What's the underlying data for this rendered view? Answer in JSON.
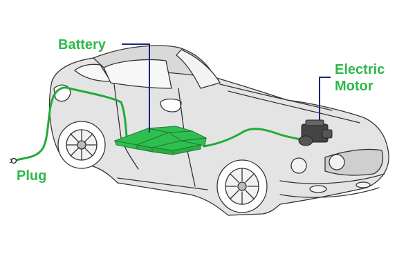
{
  "labels": {
    "battery": "Battery",
    "motor_line1": "Electric",
    "motor_line2": "Motor",
    "plug": "Plug"
  },
  "colors": {
    "label_text": "#2db84a",
    "wire": "#22aa3a",
    "battery_fill": "#2fbf4f",
    "leader_line": "#1a237e",
    "body_fill": "#e4e4e4",
    "outline": "#333333",
    "glass": "#f7f7f7"
  },
  "icons": {
    "car": "car-cutaway-icon",
    "battery": "battery-pack-icon",
    "motor": "electric-motor-icon",
    "plug": "plug-icon"
  }
}
